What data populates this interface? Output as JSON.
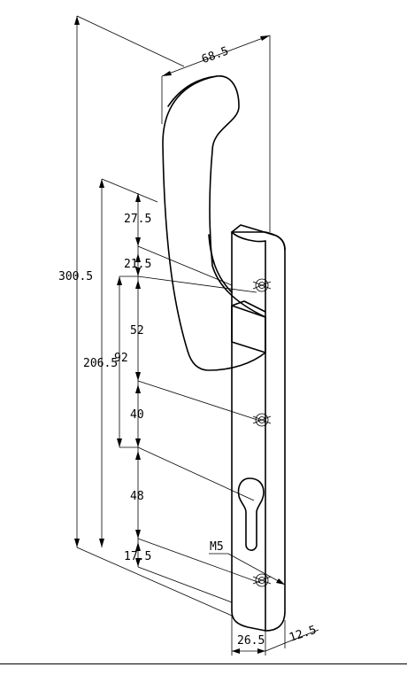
{
  "drawing": {
    "dimensions": {
      "handle_width": "68.5",
      "total_height": "300.5",
      "fixing_height": "206.5",
      "span_92": "92",
      "seg_27_5": "27.5",
      "seg_21_5": "21.5",
      "seg_52": "52",
      "seg_40": "40",
      "seg_48": "48",
      "seg_17_5": "17.5",
      "plate_width": "26.5",
      "plate_depth": "12.5",
      "thread": "M5"
    }
  }
}
